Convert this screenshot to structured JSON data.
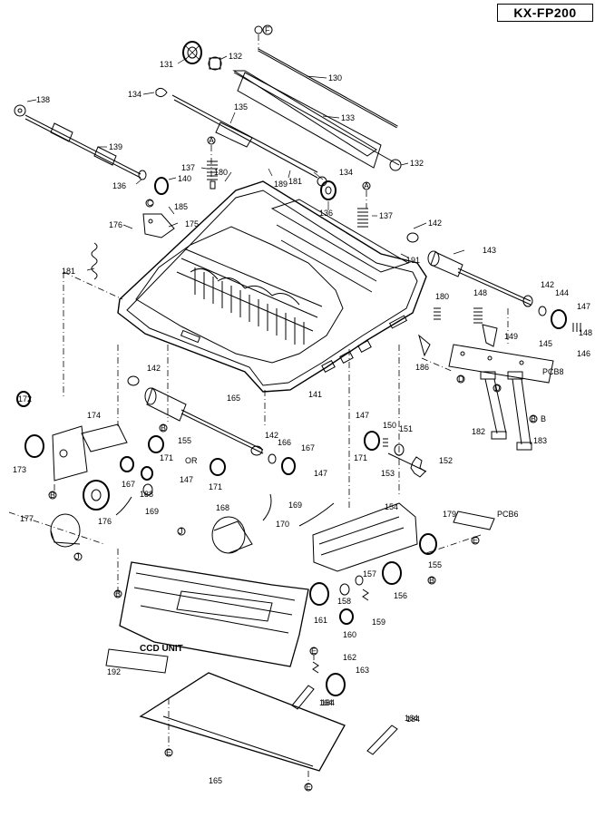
{
  "model": "KX-FP200",
  "callouts": [
    {
      "id": "c130",
      "text": "130"
    },
    {
      "id": "c131",
      "text": "131"
    },
    {
      "id": "c132a",
      "text": "132"
    },
    {
      "id": "c132b",
      "text": "132"
    },
    {
      "id": "c133",
      "text": "133"
    },
    {
      "id": "c134a",
      "text": "134"
    },
    {
      "id": "c134b",
      "text": "134"
    },
    {
      "id": "c135",
      "text": "135"
    },
    {
      "id": "c136a",
      "text": "136"
    },
    {
      "id": "c136b",
      "text": "136"
    },
    {
      "id": "c137a",
      "text": "137"
    },
    {
      "id": "c137b",
      "text": "137"
    },
    {
      "id": "c138",
      "text": "138"
    },
    {
      "id": "c139",
      "text": "139"
    },
    {
      "id": "c140",
      "text": "140"
    },
    {
      "id": "c141",
      "text": "141"
    },
    {
      "id": "c142a",
      "text": "142"
    },
    {
      "id": "c142b",
      "text": "142"
    },
    {
      "id": "c142c",
      "text": "142"
    },
    {
      "id": "c142d",
      "text": "142"
    },
    {
      "id": "c143",
      "text": "143"
    },
    {
      "id": "c144",
      "text": "144"
    },
    {
      "id": "c145",
      "text": "145"
    },
    {
      "id": "c146",
      "text": "146"
    },
    {
      "id": "c147a",
      "text": "147"
    },
    {
      "id": "c147b",
      "text": "147"
    },
    {
      "id": "c147c",
      "text": "147"
    },
    {
      "id": "c147d",
      "text": "147"
    },
    {
      "id": "c148a",
      "text": "148"
    },
    {
      "id": "c148b",
      "text": "148"
    },
    {
      "id": "c149",
      "text": "149"
    },
    {
      "id": "c150",
      "text": "150"
    },
    {
      "id": "c151",
      "text": "151"
    },
    {
      "id": "c152",
      "text": "152"
    },
    {
      "id": "c153",
      "text": "153"
    },
    {
      "id": "c154",
      "text": "154"
    },
    {
      "id": "c155a",
      "text": "155"
    },
    {
      "id": "c155b",
      "text": "155"
    },
    {
      "id": "c156",
      "text": "156"
    },
    {
      "id": "c157",
      "text": "157"
    },
    {
      "id": "c158",
      "text": "158"
    },
    {
      "id": "c159",
      "text": "159"
    },
    {
      "id": "c160",
      "text": "160"
    },
    {
      "id": "c161",
      "text": "161"
    },
    {
      "id": "c162",
      "text": "162"
    },
    {
      "id": "c163",
      "text": "163"
    },
    {
      "id": "c164a",
      "text": "164"
    },
    {
      "id": "c164b",
      "text": "164"
    },
    {
      "id": "c165a",
      "text": "165"
    },
    {
      "id": "c165b",
      "text": "165"
    },
    {
      "id": "c166",
      "text": "166"
    },
    {
      "id": "c167a",
      "text": "167"
    },
    {
      "id": "c167b",
      "text": "167"
    },
    {
      "id": "c168",
      "text": "168"
    },
    {
      "id": "c169a",
      "text": "169"
    },
    {
      "id": "c169b",
      "text": "169"
    },
    {
      "id": "c170",
      "text": "170"
    },
    {
      "id": "c171a",
      "text": "171"
    },
    {
      "id": "c171b",
      "text": "171"
    },
    {
      "id": "c171c",
      "text": "171"
    },
    {
      "id": "c172",
      "text": "172"
    },
    {
      "id": "c173",
      "text": "173"
    },
    {
      "id": "c174",
      "text": "174"
    },
    {
      "id": "c175",
      "text": "175"
    },
    {
      "id": "c176a",
      "text": "176"
    },
    {
      "id": "c176b",
      "text": "176"
    },
    {
      "id": "c177",
      "text": "177"
    },
    {
      "id": "c179",
      "text": "179"
    },
    {
      "id": "c180a",
      "text": "180"
    },
    {
      "id": "c180b",
      "text": "180"
    },
    {
      "id": "c181a",
      "text": "181"
    },
    {
      "id": "c181b",
      "text": "181"
    },
    {
      "id": "c182",
      "text": "182"
    },
    {
      "id": "c183",
      "text": "183"
    },
    {
      "id": "c184a",
      "text": "184"
    },
    {
      "id": "c184b",
      "text": "184"
    },
    {
      "id": "c185",
      "text": "185"
    },
    {
      "id": "c186",
      "text": "186"
    },
    {
      "id": "c188",
      "text": "188"
    },
    {
      "id": "c189",
      "text": "189"
    },
    {
      "id": "c191",
      "text": "191"
    },
    {
      "id": "c192",
      "text": "192"
    },
    {
      "id": "cOR",
      "text": "OR"
    },
    {
      "id": "cPCB8",
      "text": "PCB8"
    },
    {
      "id": "cPCB6",
      "text": "PCB6"
    },
    {
      "id": "cCCD",
      "text": "CCD UNIT"
    }
  ],
  "screw_refs": [
    {
      "id": "sF",
      "text": "F"
    },
    {
      "id": "sA1",
      "text": "A"
    },
    {
      "id": "sA2",
      "text": "A"
    },
    {
      "id": "sC",
      "text": "C"
    },
    {
      "id": "sB1",
      "text": "B"
    },
    {
      "id": "sB2",
      "text": "B"
    },
    {
      "id": "sB3",
      "text": "B"
    },
    {
      "id": "sB4",
      "text": "B"
    },
    {
      "id": "sD1",
      "text": "D"
    },
    {
      "id": "sD2",
      "text": "D"
    },
    {
      "id": "sJ1",
      "text": "J"
    },
    {
      "id": "sJ2",
      "text": "J"
    },
    {
      "id": "sE1",
      "text": "E"
    },
    {
      "id": "sE2",
      "text": "E"
    },
    {
      "id": "sE3",
      "text": "E"
    },
    {
      "id": "sE4",
      "text": "E"
    },
    {
      "id": "sB5",
      "text": "B"
    },
    {
      "id": "sB6",
      "text": "B"
    }
  ]
}
